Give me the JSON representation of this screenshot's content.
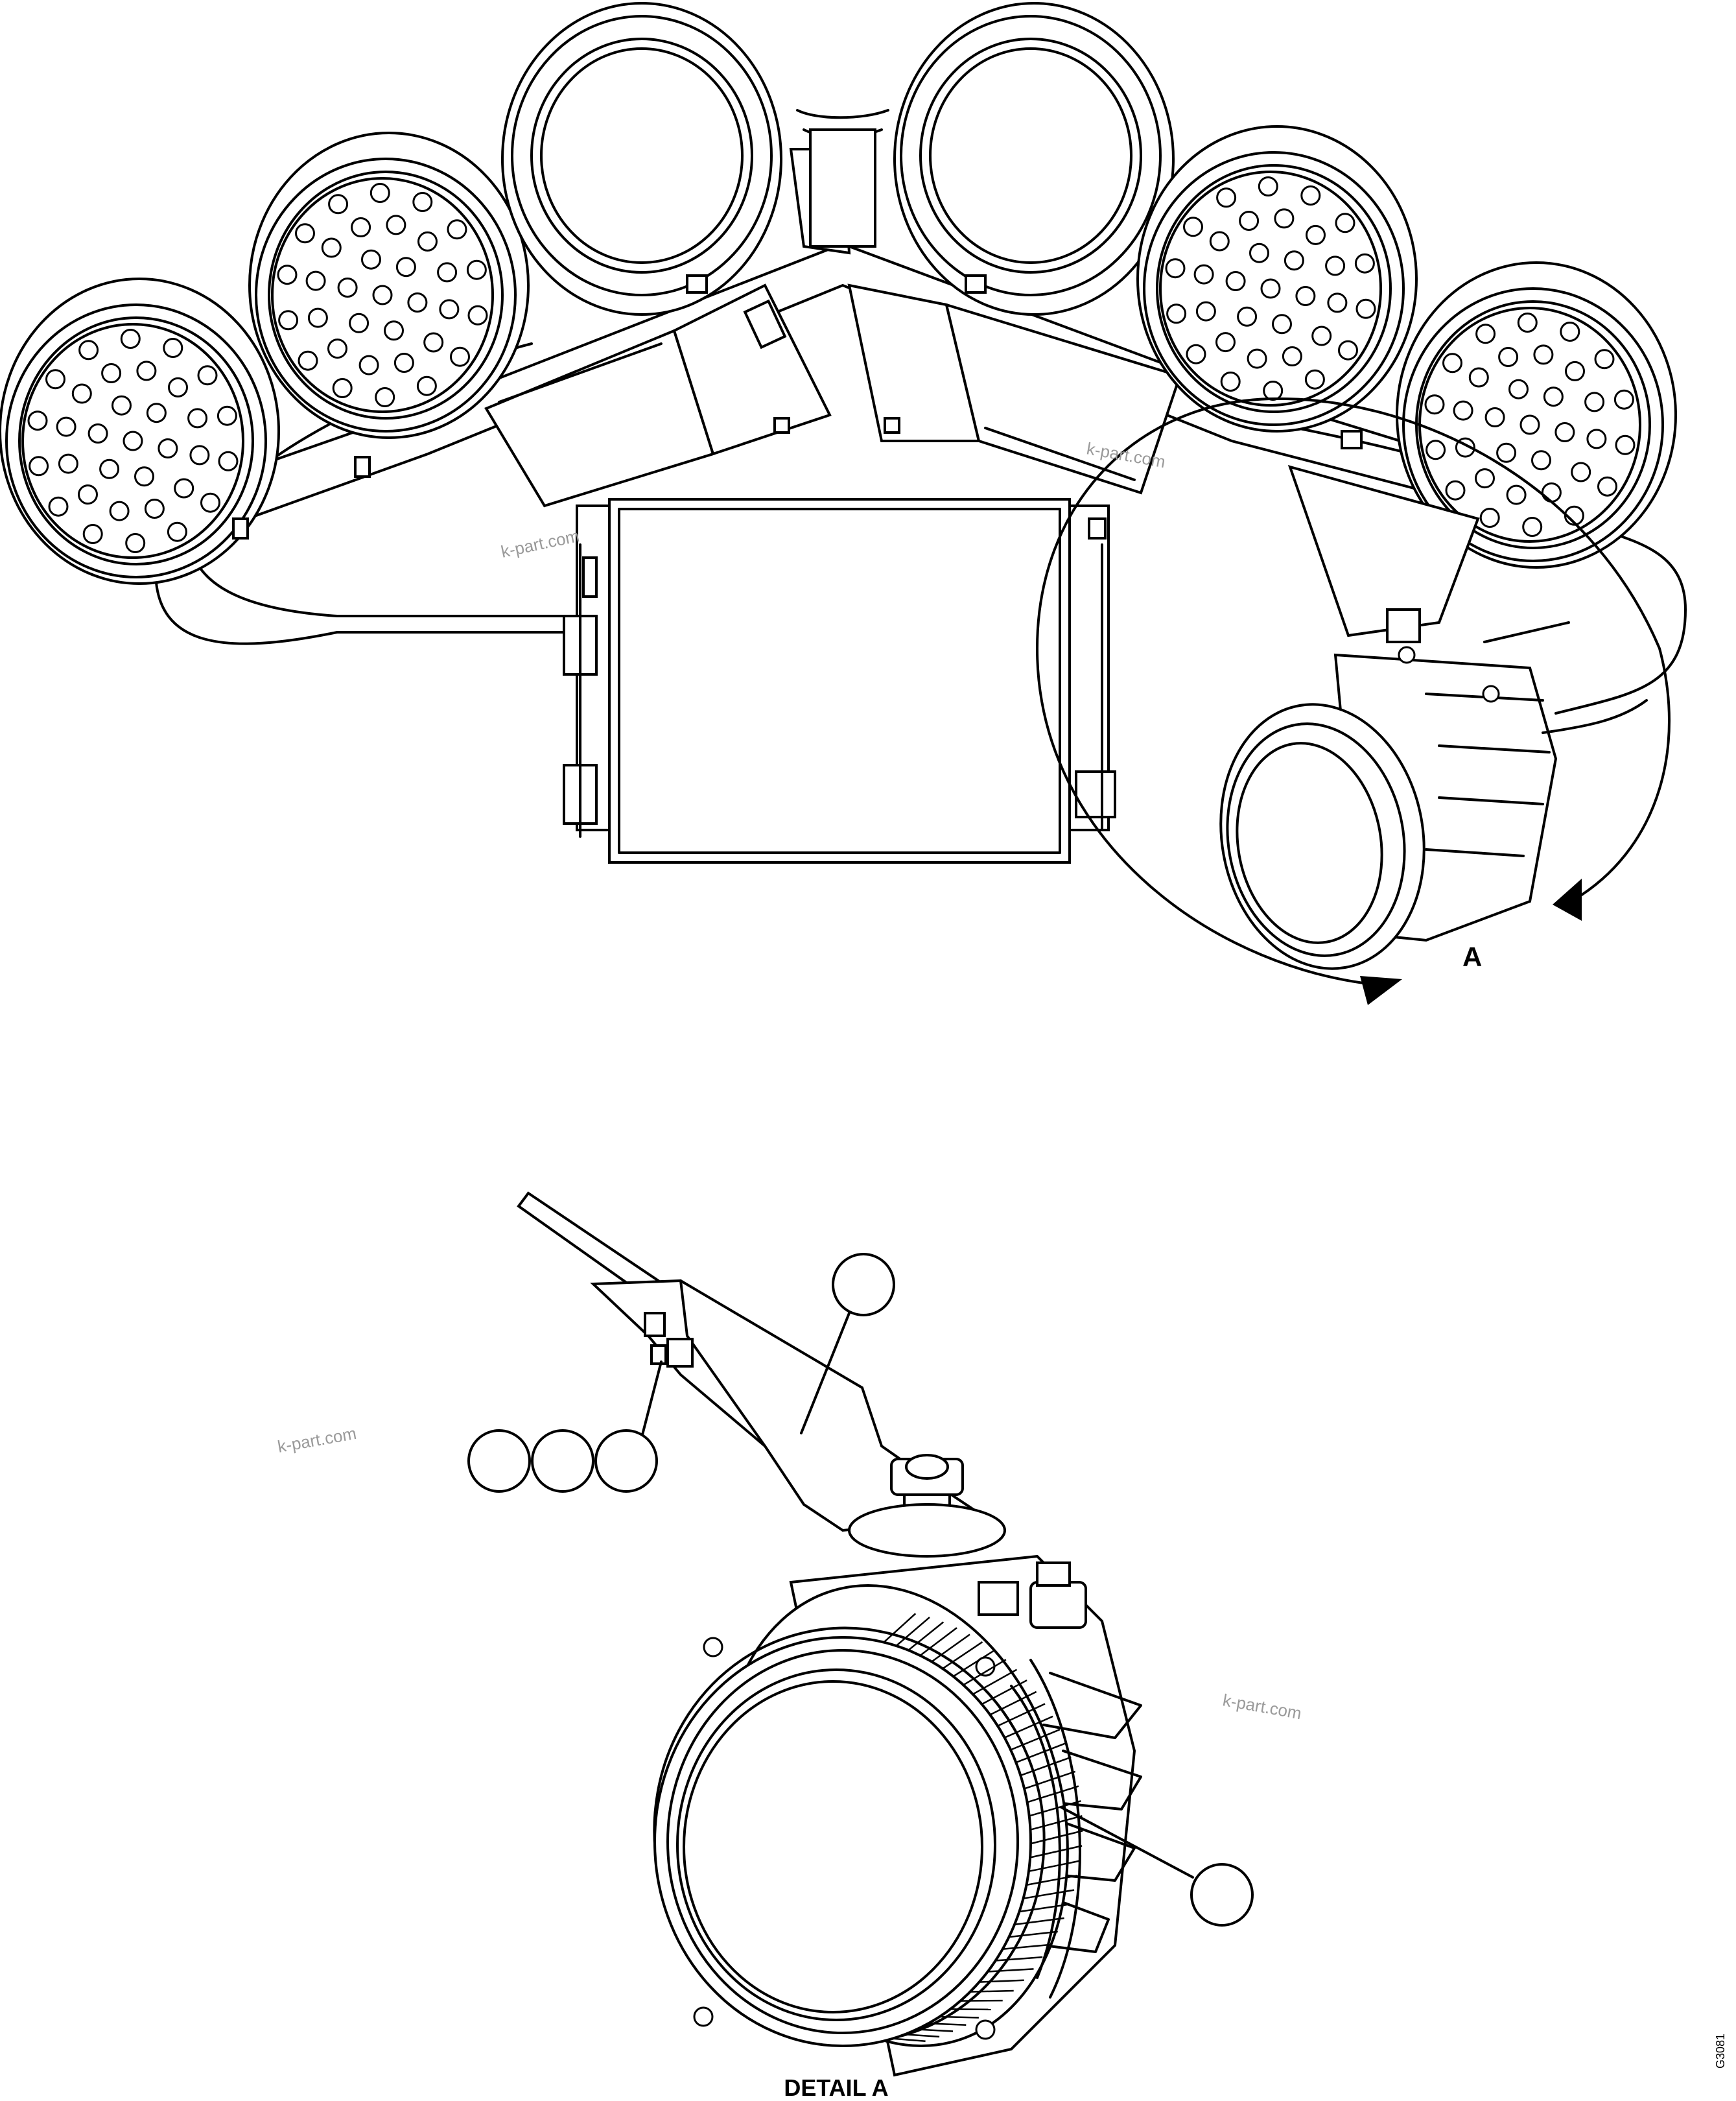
{
  "figure": {
    "detail_callout_label": "A",
    "detail_title": "DETAIL A",
    "figure_code": "G3081",
    "watermark": "k-part.com"
  },
  "callouts": [
    {
      "id": "callout-bracket",
      "text": ""
    },
    {
      "id": "callout-hardware-1",
      "text": ""
    },
    {
      "id": "callout-hardware-2",
      "text": ""
    },
    {
      "id": "callout-hardware-3",
      "text": ""
    },
    {
      "id": "callout-lamp",
      "text": ""
    }
  ]
}
